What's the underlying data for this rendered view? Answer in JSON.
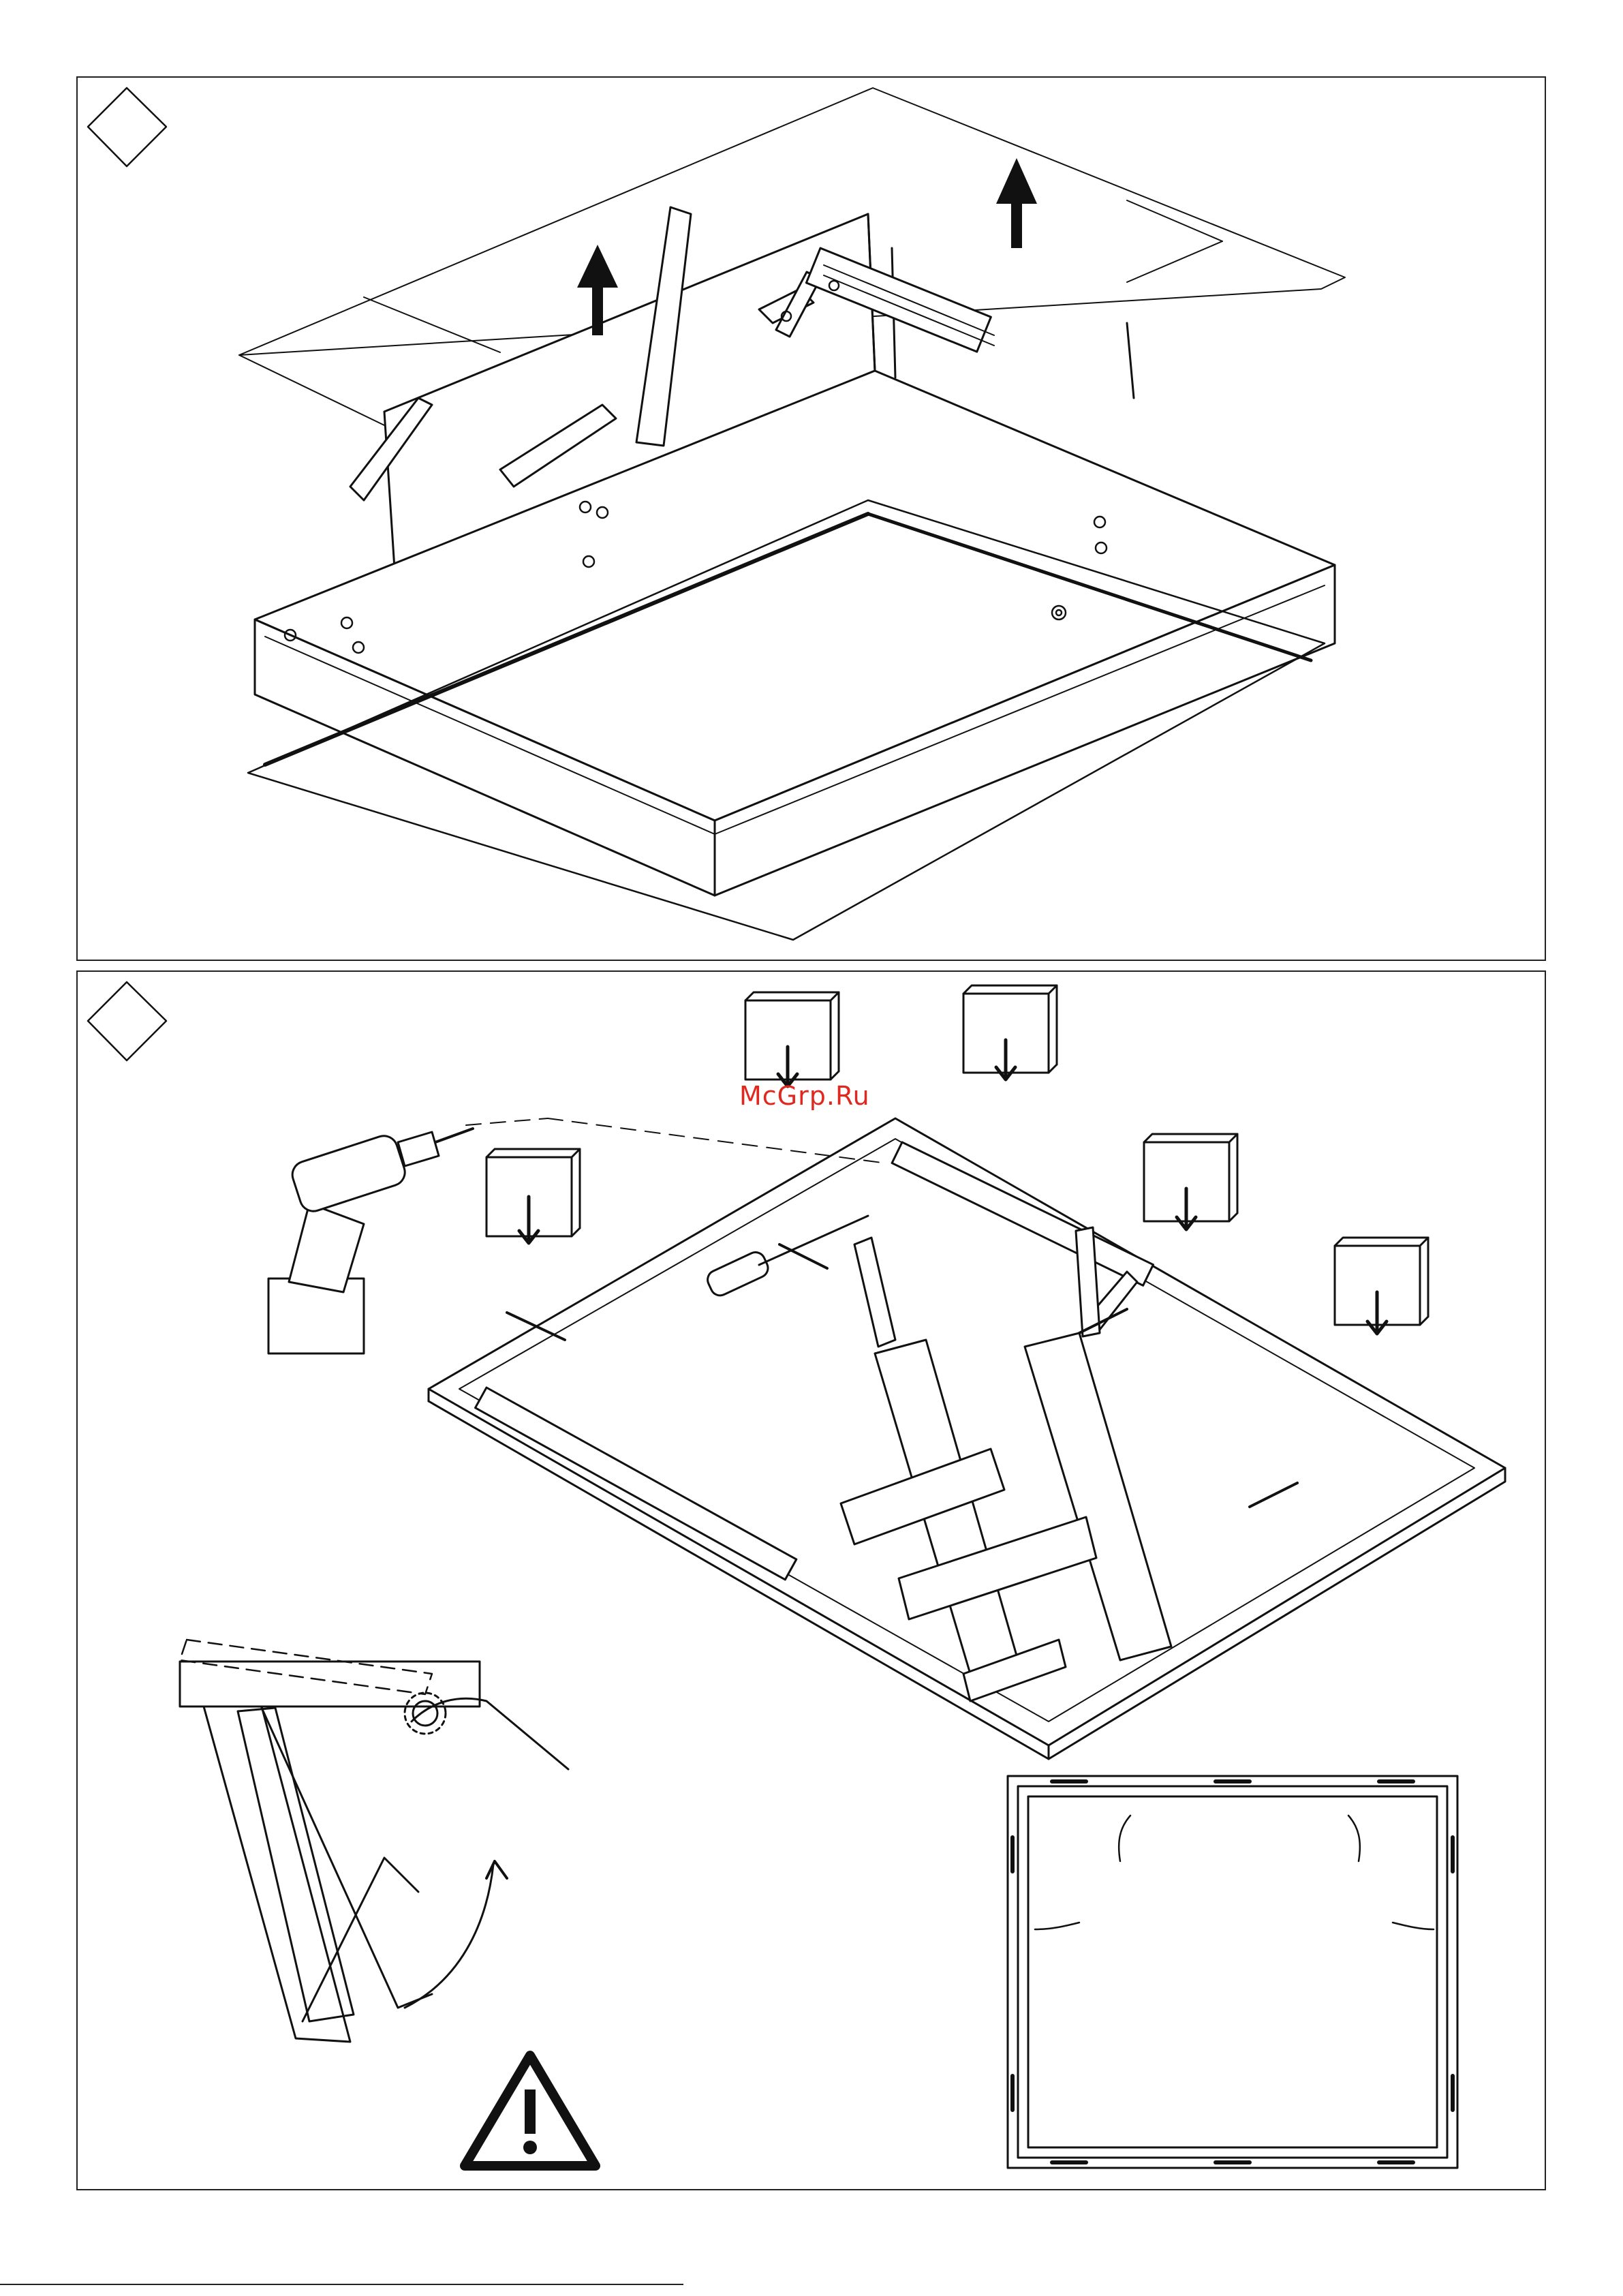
{
  "page": {
    "watermark": "McGrp.Ru",
    "colors": {
      "line": "#111111",
      "watermark": "#e0281e",
      "background": "#ffffff"
    }
  },
  "panels": [
    {
      "id": "step-1",
      "step_marker": "diamond-empty",
      "arrows": 2
    },
    {
      "id": "step-2",
      "step_marker": "diamond-empty",
      "blocks": 5,
      "screws": 4,
      "warning": "exclamation-triangle-icon"
    }
  ]
}
